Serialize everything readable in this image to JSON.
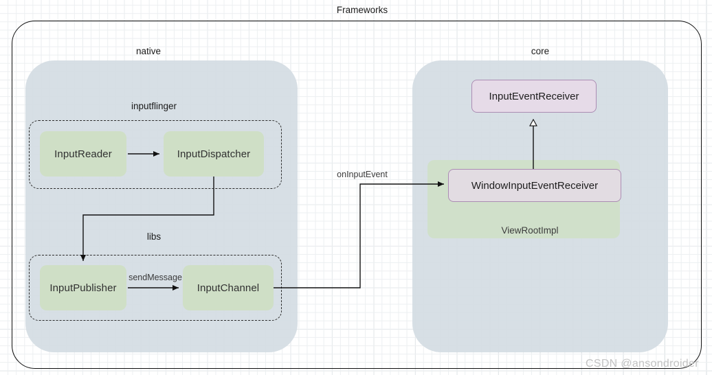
{
  "diagram": {
    "title": "Frameworks",
    "background": {
      "grid_minor_color": "#eceff1",
      "grid_major_color": "#d9dde0"
    },
    "palette": {
      "package_fill": "#d4dce3",
      "green_node_fill": "#cfdfc6",
      "purple_node_fill": "#e6dbe8",
      "purple_node_border": "#ab8cb3",
      "grey_purple_node_fill": "#e2dce2",
      "green_container_fill": "#cfe0c6",
      "edge_color": "#1a1a1a",
      "dashed_border_color": "#2b2b2b"
    },
    "groups": {
      "frameworks_label": "Frameworks",
      "native_label": "native",
      "core_label": "core",
      "inputflinger_label": "inputflinger",
      "libs_label": "libs",
      "viewrootimpl_label": "ViewRootImpl"
    },
    "nodes": {
      "input_reader": "InputReader",
      "input_dispatcher": "InputDispatcher",
      "input_publisher": "InputPublisher",
      "input_channel": "InputChannel",
      "input_event_receiver": "InputEventReceiver",
      "window_input_event_receiver": "WindowInputEventReceiver"
    },
    "edges": {
      "send_message_label": "sendMessage",
      "on_input_event_label": "onInputEvent"
    },
    "watermark": "CSDN @ansondroider"
  }
}
